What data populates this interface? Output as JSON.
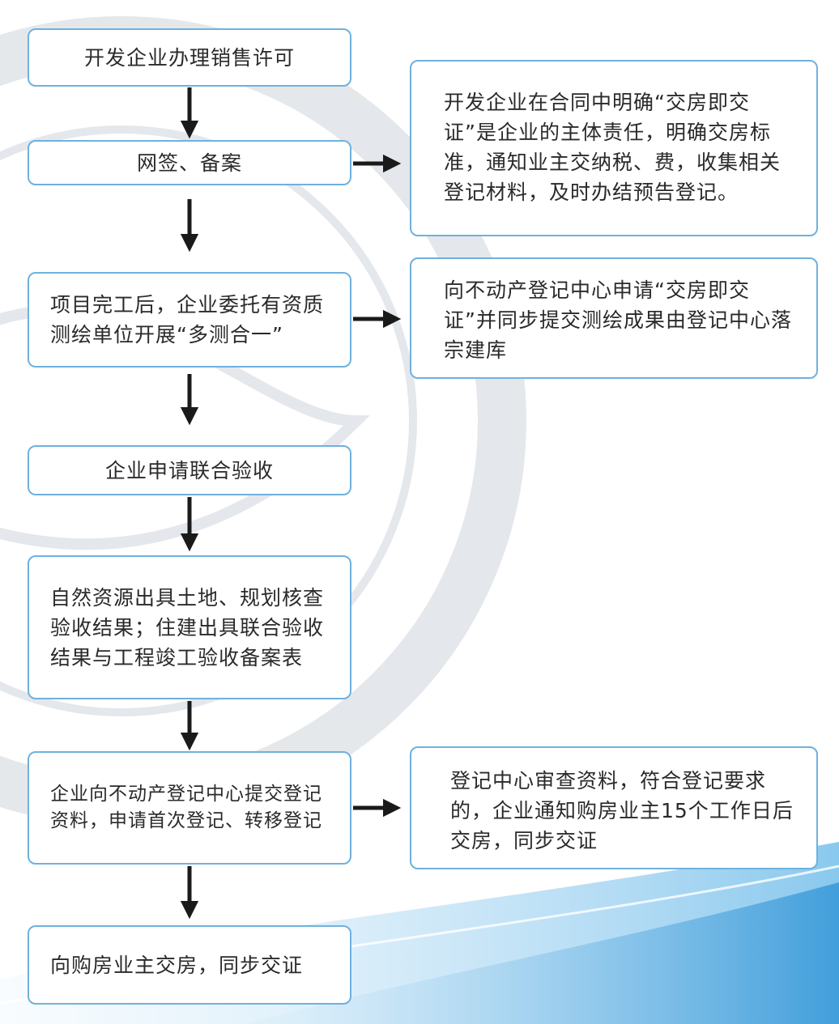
{
  "main_flow": [
    {
      "id": "step1",
      "text": "开发企业办理销售许可"
    },
    {
      "id": "step2",
      "text": "网签、备案"
    },
    {
      "id": "step3",
      "text": "项目完工后，企业委托有资质测绘单位开展“多测合一”"
    },
    {
      "id": "step4",
      "text": "企业申请联合验收"
    },
    {
      "id": "step5",
      "text": "自然资源出具土地、规划核查验收结果；住建出具联合验收结果与工程竣工验收备案表"
    },
    {
      "id": "step6",
      "text": "企业向不动产登记中心提交登记资料，申请首次登记、转移登记"
    },
    {
      "id": "step7",
      "text": "向购房业主交房，同步交证"
    }
  ],
  "side_notes": [
    {
      "id": "note1",
      "text": "开发企业在合同中明确“交房即交证”是企业的主体责任，明确交房标准，通知业主交纳税、费，收集相关登记材料，及时办结预告登记。"
    },
    {
      "id": "note2",
      "text": "向不动产登记中心申请“交房即交证”并同步提交测绘成果由登记中心落宗建库"
    },
    {
      "id": "note3",
      "text": "登记中心审查资料，符合登记要求的，企业通知购房业主15个工作日后交房，同步交证"
    }
  ],
  "colors": {
    "box_border": "#6fb1de",
    "arrow": "#1a1a1a",
    "accent_blue": "#3a9ad9"
  }
}
